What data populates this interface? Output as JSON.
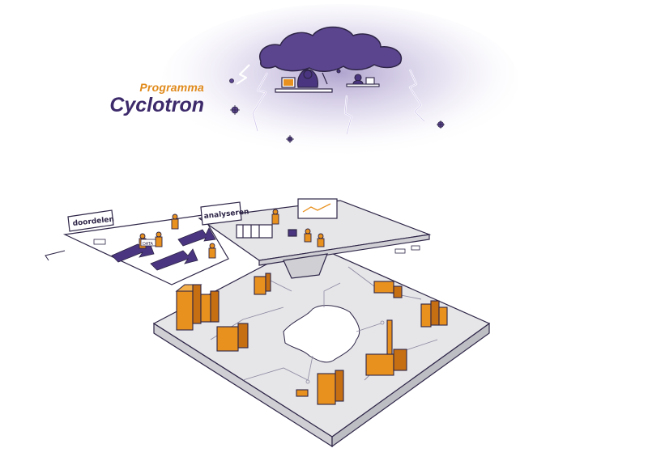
{
  "title": {
    "subtitle": "Programma",
    "main": "Cyclotron"
  },
  "upper_layer": {
    "left_sign": "doordelen",
    "right_sign": "analyseren",
    "data_tag": "DATA"
  },
  "colors": {
    "purple": "#4a3680",
    "orange": "#e8911e",
    "gray": "#e6e6e8",
    "outline": "#2e2547"
  },
  "icons": {
    "cloud": "storm-cloud",
    "hacker": "hooded-figure-laptop",
    "lightning": "lightning-bolt",
    "virus": "virus-icon"
  }
}
